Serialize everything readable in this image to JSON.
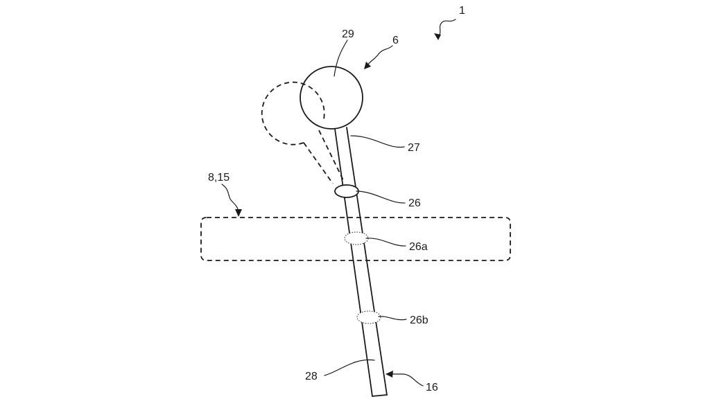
{
  "labels": {
    "assembly": "1",
    "control_lever": "6",
    "reference_8_15": "8,15",
    "rod_end": "16",
    "ring": "26",
    "ring_a": "26a",
    "ring_b": "26b",
    "upper_rod": "27",
    "lower_rod": "28",
    "knob": "29"
  }
}
